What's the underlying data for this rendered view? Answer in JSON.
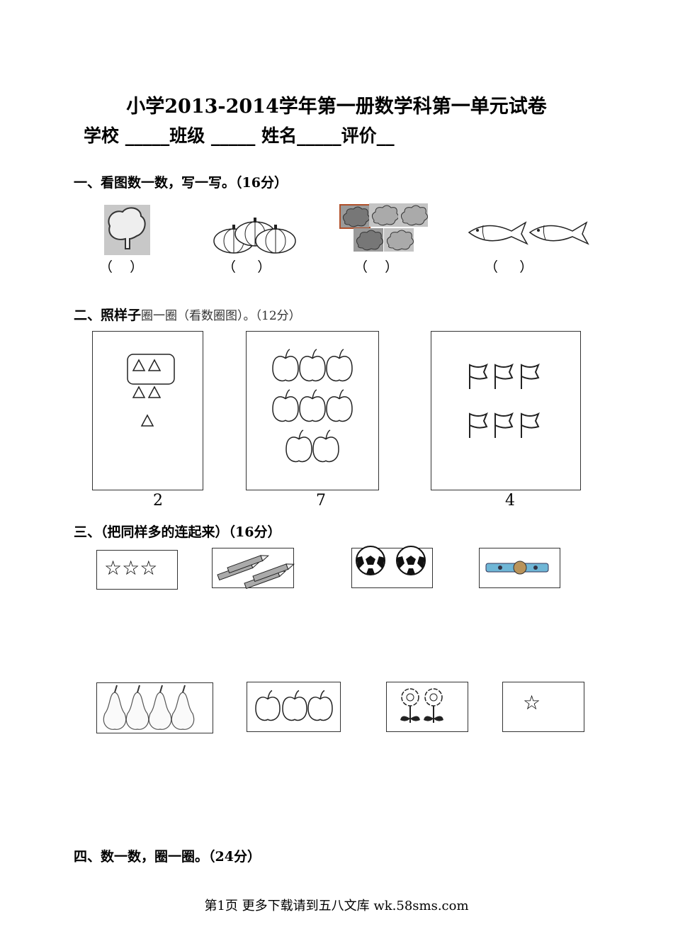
{
  "title": "小学2013-2014学年第一册数学科第一单元试卷",
  "info_line": "学校 _____班级 _____ 姓名_____评价__",
  "section1": {
    "heading": "一、看图数一数，写一写。（16分）",
    "answers": [
      "（    ）",
      "（     ）",
      "（    ）",
      "（     ）"
    ],
    "icons": [
      "tree-icon",
      "pumpkin-icon",
      "flower-cloud-icon",
      "fish-icon"
    ]
  },
  "section2": {
    "heading_bold": "二、照样子",
    "heading_light": "圈一圈（看数圈图）。（12分）",
    "numbers": [
      "2",
      "7",
      "4"
    ]
  },
  "section3": {
    "heading": "三、（把同样多的连起来）（16分）",
    "top_stars": "☆☆☆",
    "bottom_star": "☆"
  },
  "section4": {
    "heading": "四、数一数，圈一圈。（24分）"
  },
  "footer": "第1页 更多下载请到五八文库 wk.58sms.com"
}
